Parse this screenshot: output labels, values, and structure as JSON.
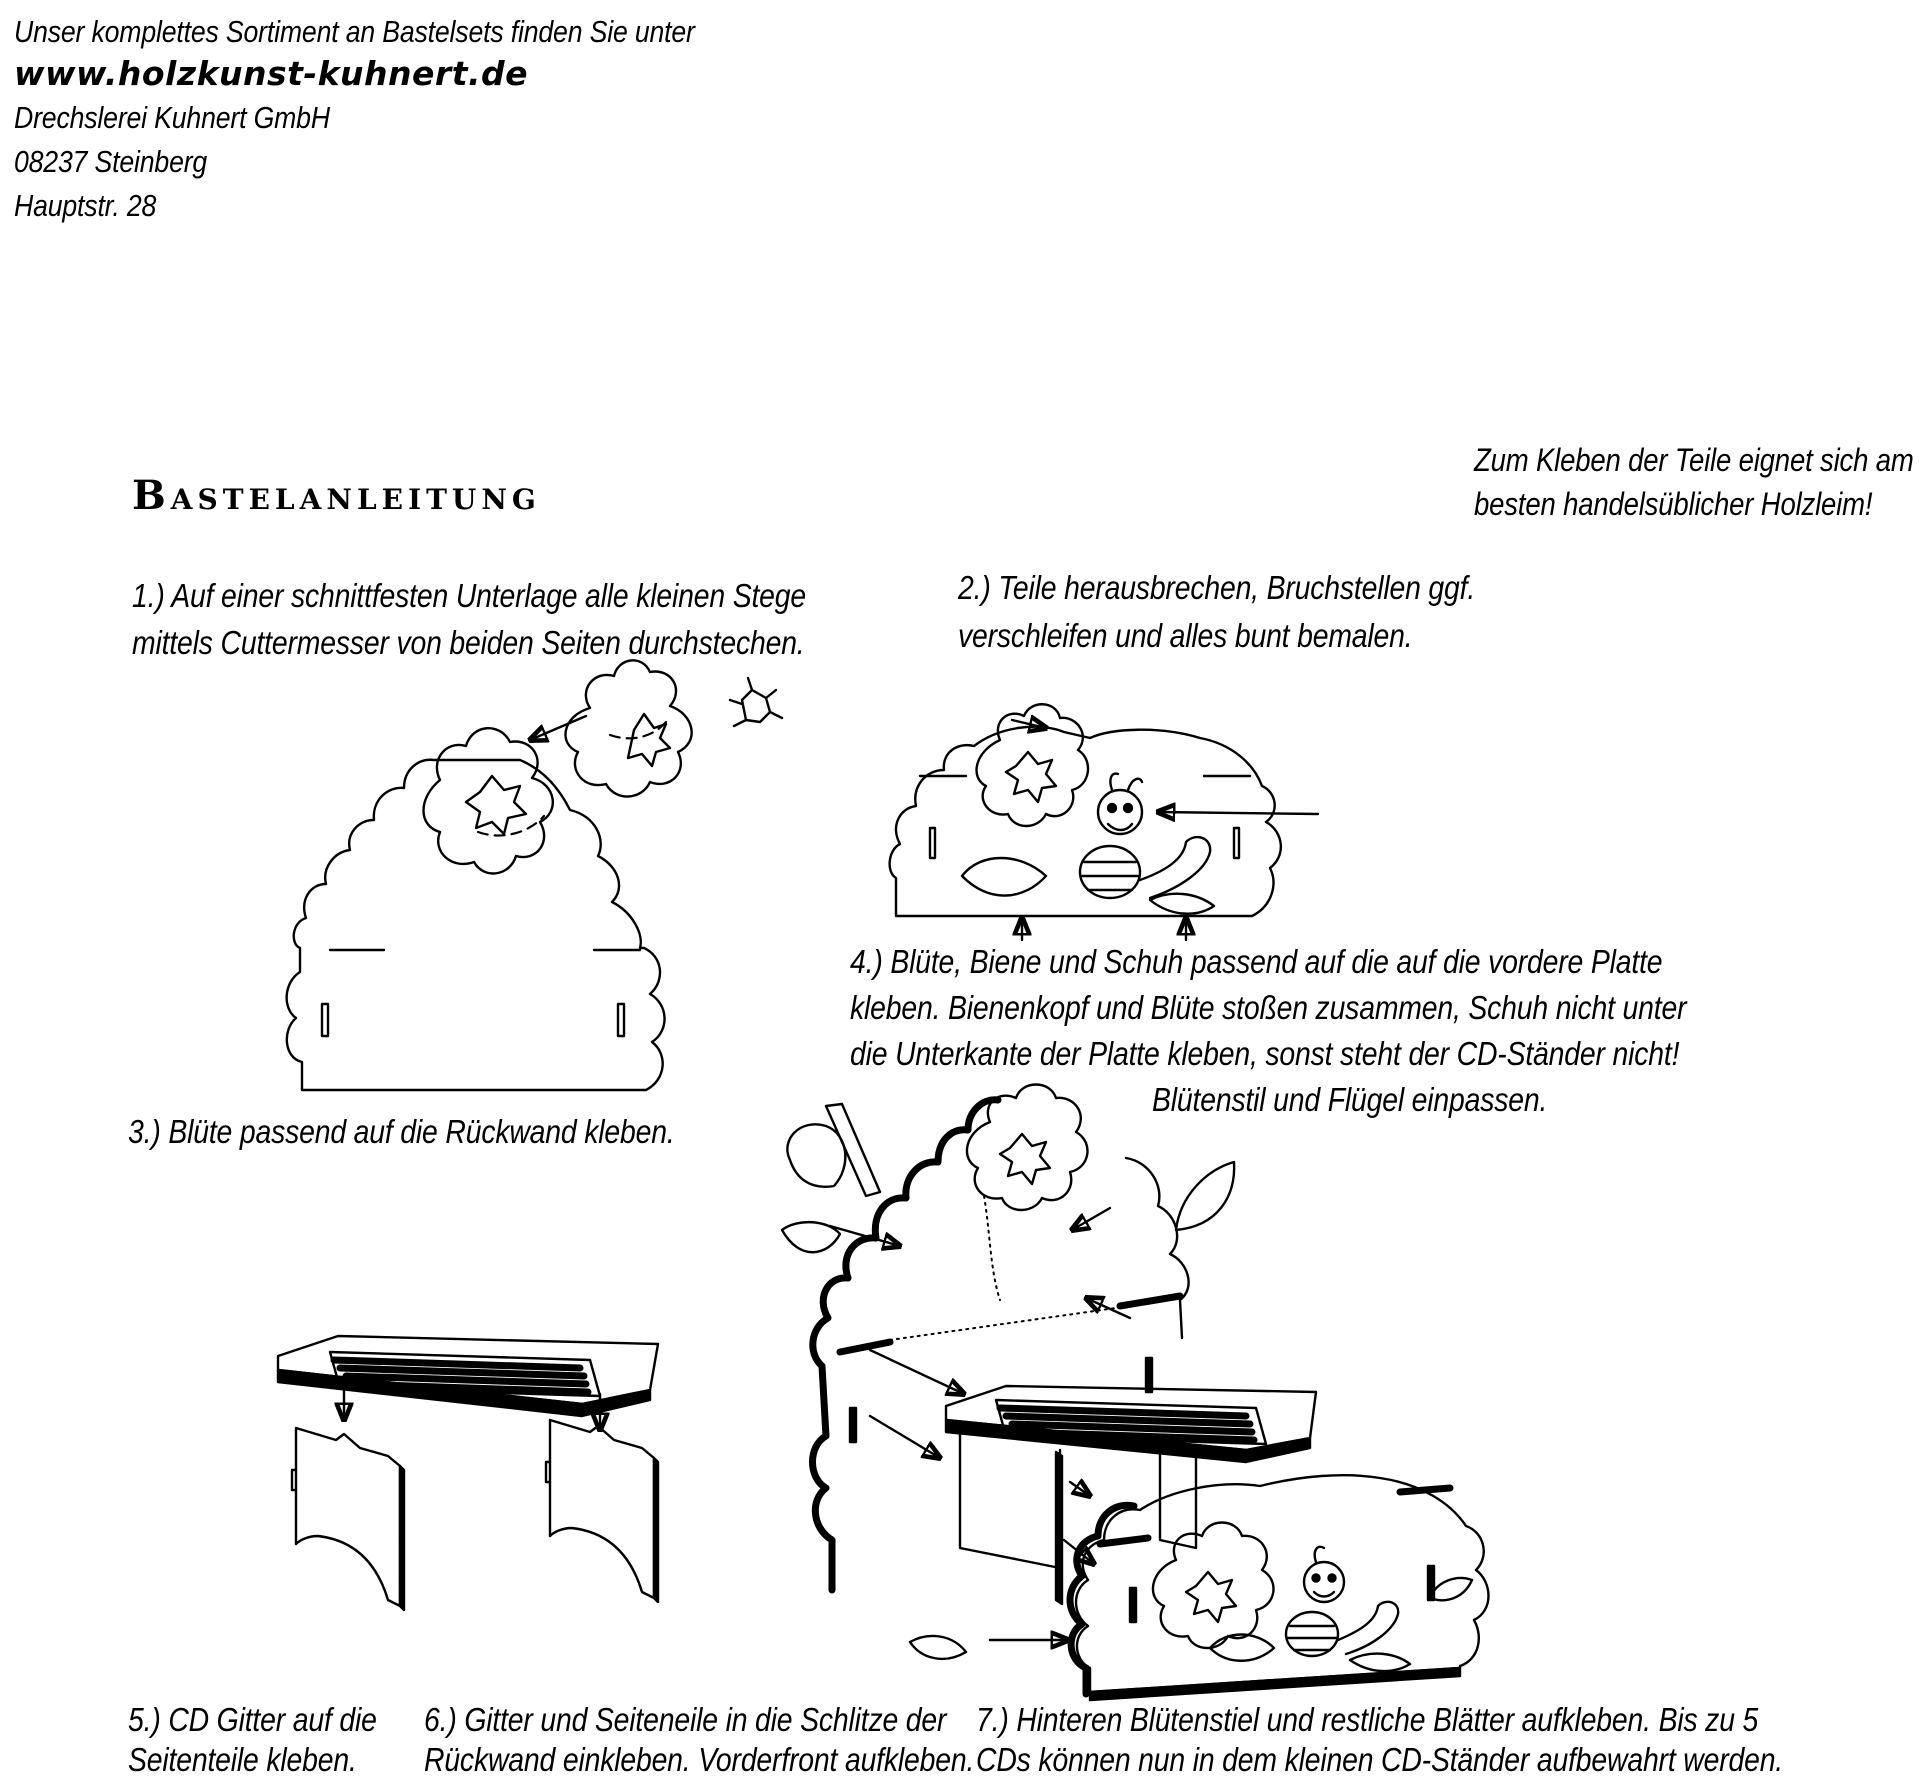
{
  "header": {
    "intro": "Unser komplettes Sortiment an Bastelsets finden Sie unter",
    "url": "www.holzkunst-kuhnert.de",
    "company": "Drechslerei Kuhnert GmbH",
    "city": "08237 Steinberg",
    "street": "Hauptstr. 28"
  },
  "title": "Bastelanleitung",
  "glue_note": [
    "Zum Kleben der Teile eignet sich am",
    "besten handelsüblicher Holzleim!"
  ],
  "steps": {
    "s1": [
      "1.) Auf einer schnittfesten Unterlage alle kleinen Stege",
      "mittels Cuttermesser von beiden Seiten durchstechen."
    ],
    "s2": [
      "2.) Teile herausbrechen, Bruchstellen ggf.",
      "verschleifen und alles bunt bemalen."
    ],
    "s3": [
      "3.) Blüte passend auf die Rückwand kleben."
    ],
    "s4": [
      "4.) Blüte, Biene und Schuh passend auf die auf die vordere Platte",
      "kleben. Bienenkopf und Blüte stoßen zusammen, Schuh nicht unter",
      "die Unterkante der Platte kleben, sonst steht der CD-Ständer nicht!",
      "Blütenstil und Flügel einpassen."
    ],
    "s5": [
      "5.) CD Gitter auf die",
      "Seitenteile kleben."
    ],
    "s6": [
      "6.) Gitter und Seiteneile in die Schlitze der",
      "Rückwand  einkleben. Vorderfront aufkleben."
    ],
    "s7": [
      "7.) Hinteren Blütenstiel und restliche Blätter aufkleben. Bis zu 5",
      "CDs  können nun in dem kleinen CD-Ständer aufbewahrt werden."
    ]
  },
  "figures": {
    "back_wall": "back-wall-drawing",
    "front_panel": "front-panel-drawing",
    "cd_rack_parts": "cd-rack-parts-drawing",
    "assembled": "assembled-stand-drawing"
  },
  "colors": {
    "ink": "#000000",
    "paper": "#ffffff"
  }
}
